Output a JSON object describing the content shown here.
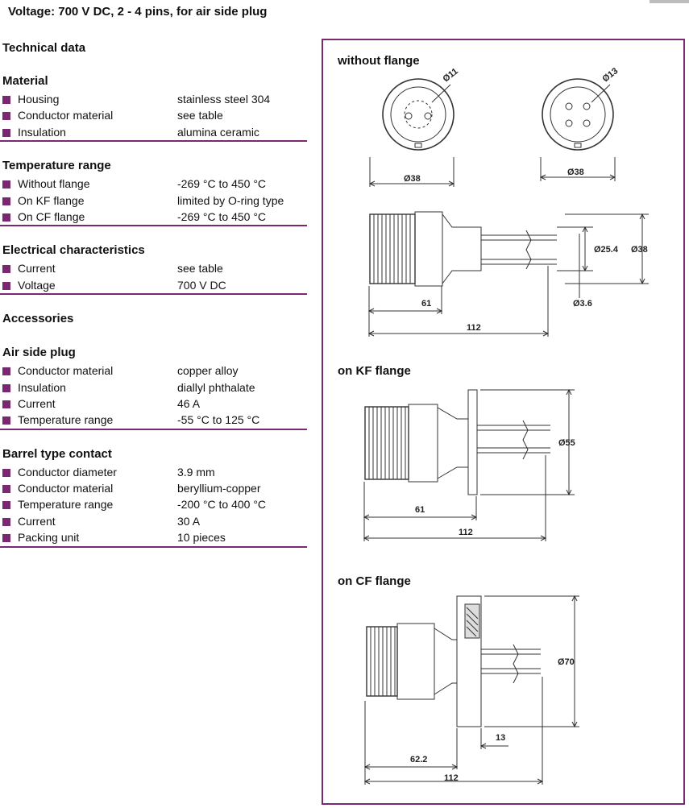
{
  "page_title": "Voltage: 700 V DC, 2 - 4 pins, for air side plug",
  "tech_title": "Technical data",
  "sections": [
    {
      "title": "Material",
      "rows": [
        {
          "label": "Housing",
          "value": "stainless steel 304"
        },
        {
          "label": "Conductor material",
          "value": "see table"
        },
        {
          "label": "Insulation",
          "value": "alumina ceramic"
        }
      ]
    },
    {
      "title": "Temperature range",
      "rows": [
        {
          "label": "Without flange",
          "value": "-269 °C to 450 °C"
        },
        {
          "label": "On KF flange",
          "value": "limited by O-ring type"
        },
        {
          "label": "On CF flange",
          "value": "-269 °C to 450 °C"
        }
      ]
    },
    {
      "title": "Electrical characteristics",
      "rows": [
        {
          "label": "Current",
          "value": "see table"
        },
        {
          "label": "Voltage",
          "value": "700 V DC"
        }
      ]
    },
    {
      "title": "Accessories",
      "rows": []
    },
    {
      "title": "Air side plug",
      "rows": [
        {
          "label": "Conductor material",
          "value": "copper alloy"
        },
        {
          "label": "Insulation",
          "value": "diallyl phthalate"
        },
        {
          "label": "Current",
          "value": "46 A"
        },
        {
          "label": "Temperature range",
          "value": "-55 °C to 125 °C"
        }
      ]
    },
    {
      "title": "Barrel type contact",
      "rows": [
        {
          "label": "Conductor diameter",
          "value": "3.9 mm"
        },
        {
          "label": "Conductor material",
          "value": "beryllium-copper"
        },
        {
          "label": "Temperature range",
          "value": "-200 °C to 400 °C"
        },
        {
          "label": "Current",
          "value": "30 A"
        },
        {
          "label": "Packing unit",
          "value": "10 pieces"
        }
      ]
    }
  ],
  "drawings": {
    "without_flange": {
      "heading": "without flange",
      "d11": "Ø11",
      "d13": "Ø13",
      "d38_a": "Ø38",
      "d38_b": "Ø38",
      "d25_4": "Ø25.4",
      "d38_c": "Ø38",
      "d3_6": "Ø3.6",
      "len61": "61",
      "len112": "112"
    },
    "kf_flange": {
      "heading": "on KF flange",
      "d55": "Ø55",
      "len61": "61",
      "len112": "112"
    },
    "cf_flange": {
      "heading": "on CF flange",
      "d70": "Ø70",
      "len13": "13",
      "len62_2": "62.2",
      "len112": "112"
    }
  },
  "colors": {
    "accent": "#7b2872"
  }
}
